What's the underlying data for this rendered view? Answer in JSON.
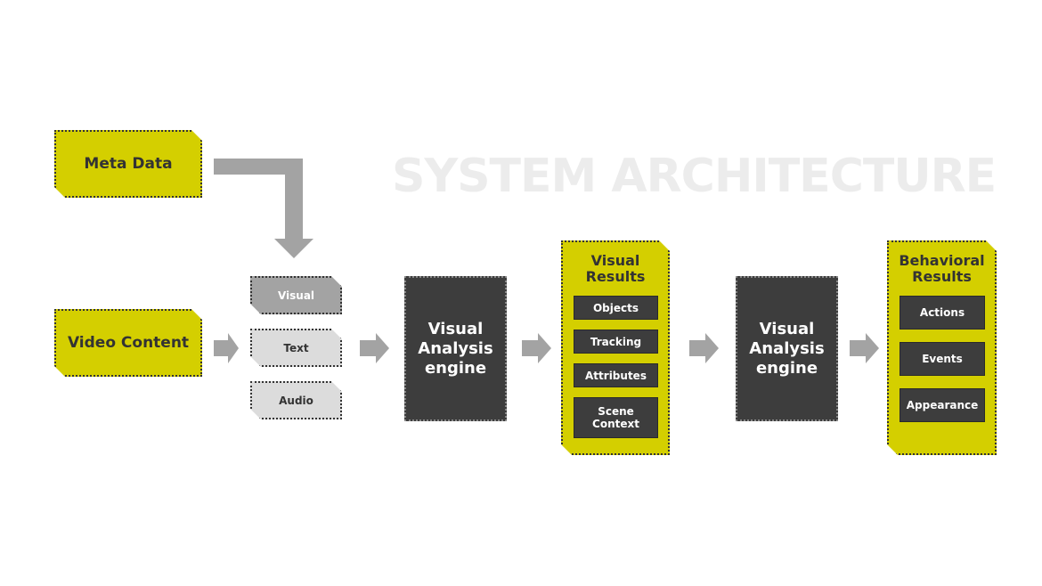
{
  "title": "SYSTEM ARCHITECTURE",
  "colors": {
    "accent_yellow": "#d4cf00",
    "dark_box": "#3d3d3d",
    "arrow_gray": "#a3a3a3",
    "title_gray": "#ececec"
  },
  "inputs": {
    "meta_data": "Meta Data",
    "video_content": "Video Content"
  },
  "modalities": [
    "Visual",
    "Text",
    "Audio"
  ],
  "engine1": {
    "line1": "Visual",
    "line2": "Analysis",
    "line3": "engine"
  },
  "visual_results": {
    "title1": "Visual",
    "title2": "Results",
    "items": [
      "Objects",
      "Tracking",
      "Attributes",
      "Scene",
      "Context"
    ]
  },
  "engine2": {
    "line1": "Visual",
    "line2": "Analysis",
    "line3": "engine"
  },
  "behavioral_results": {
    "title1": "Behavioral",
    "title2": "Results",
    "items": [
      "Actions",
      "Events",
      "Appearance"
    ]
  }
}
